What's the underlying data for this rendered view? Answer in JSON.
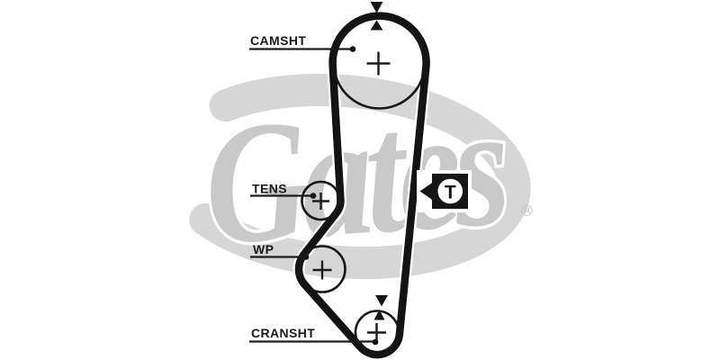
{
  "diagram": {
    "type": "timing-belt-routing",
    "labels": {
      "camshaft": "CAMSHT",
      "tensioner": "TENS",
      "water_pump": "WP",
      "crankshaft": "CRANSHT"
    },
    "timing_mark": {
      "label": "T"
    },
    "watermark": {
      "brand": "Gates",
      "registered": "®"
    },
    "colors": {
      "ink": "#1a1a1a",
      "belt": "#131313",
      "watermark_gray": "#d6d6d6",
      "watermark_text_gray": "#c9c9c9",
      "background": "#ffffff"
    }
  }
}
